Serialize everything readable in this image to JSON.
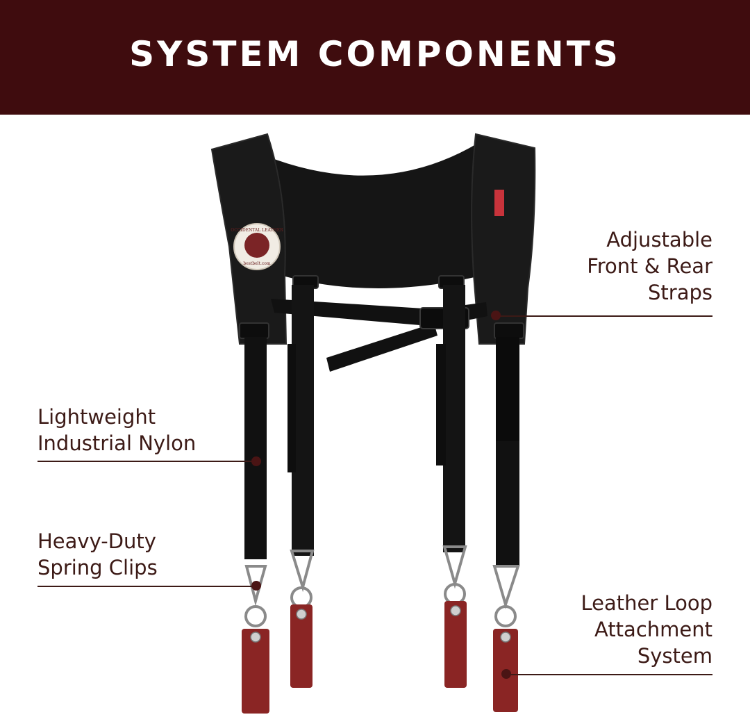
{
  "banner": {
    "title": "SYSTEM COMPONENTS",
    "background": "#3f0c0e",
    "text_color": "#ffffff"
  },
  "badge": {
    "brand_line": "OCCIDENTAL LEATHER",
    "site_line": "bestbelt.com"
  },
  "callouts": {
    "adjustable": [
      "Adjustable",
      "Front & Rear",
      "Straps"
    ],
    "nylon": [
      "Lightweight",
      "Industrial Nylon"
    ],
    "clips": [
      "Heavy-Duty",
      "Spring Clips"
    ],
    "leather": [
      "Leather Loop",
      "Attachment",
      "System"
    ]
  },
  "colors": {
    "callout_text": "#3c1a16",
    "leather": "#8a2524",
    "nylon": "#111111"
  }
}
